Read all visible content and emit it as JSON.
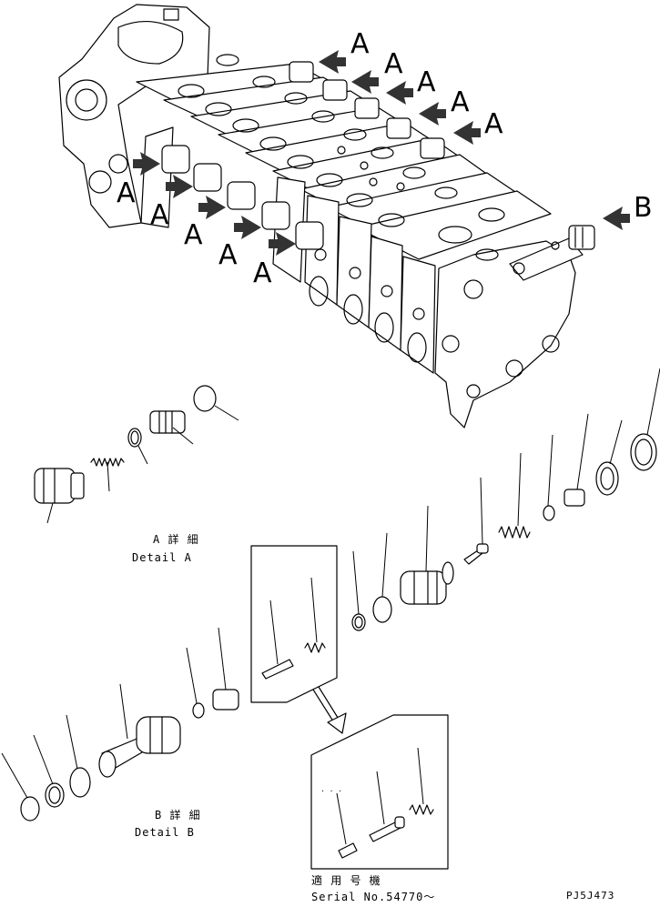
{
  "callouts": {
    "a": "A",
    "b": "B"
  },
  "detail_a": {
    "label_jp": "A 詳 細",
    "label_en": "Detail A"
  },
  "detail_b": {
    "label_jp": "B 詳 細",
    "label_en": "Detail B"
  },
  "serial": {
    "label_jp": "適 用 号 機",
    "label_en": "Serial No.54770～"
  },
  "drawing_code": "PJ5J473",
  "colors": {
    "ink": "#000000",
    "paper": "#ffffff"
  },
  "icons": [
    "arrow-hatched-icon",
    "arrow-down-outline-icon"
  ]
}
